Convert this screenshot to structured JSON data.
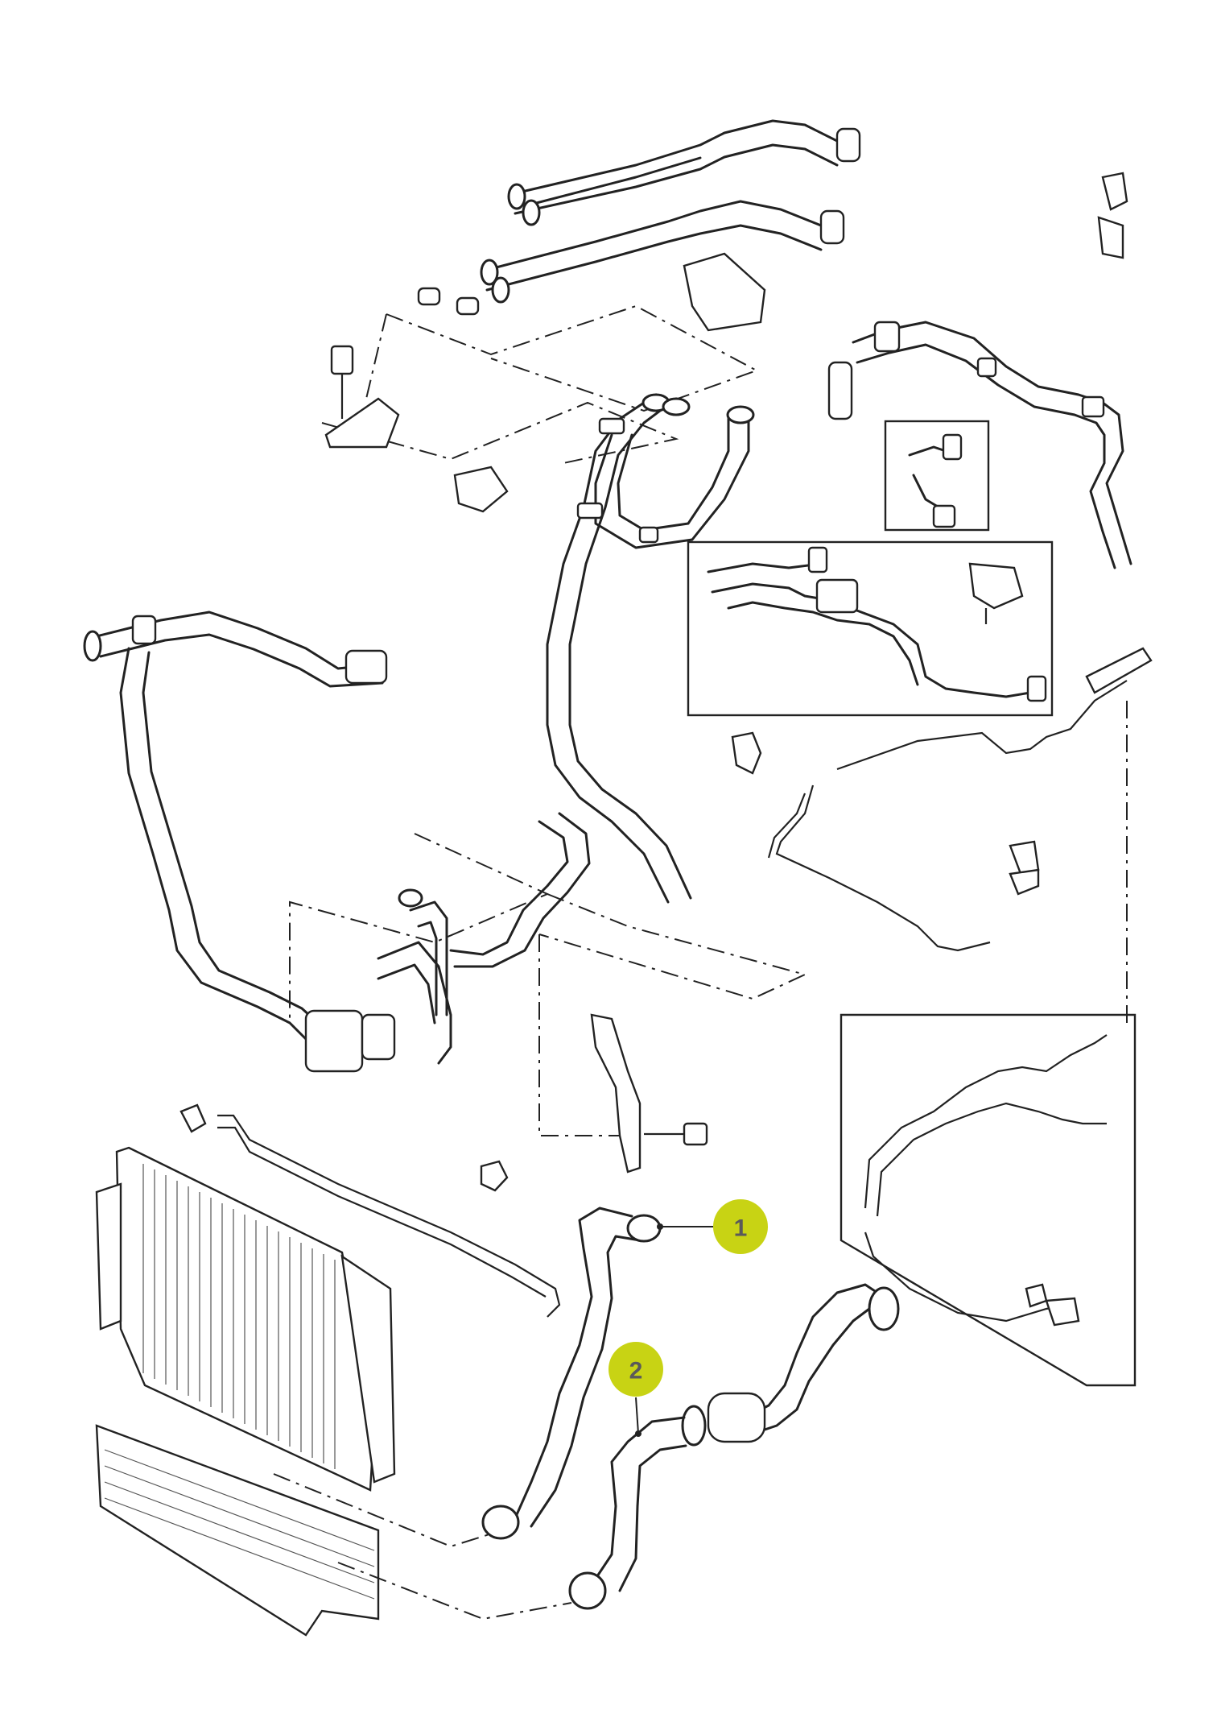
{
  "diagram": {
    "type": "exploded-parts-diagram",
    "badge_color": "#c8d314",
    "text_color": "#5a5a5a",
    "callouts": [
      {
        "id": "callout-1",
        "label": "1"
      },
      {
        "id": "callout-2",
        "label": "2"
      }
    ]
  }
}
